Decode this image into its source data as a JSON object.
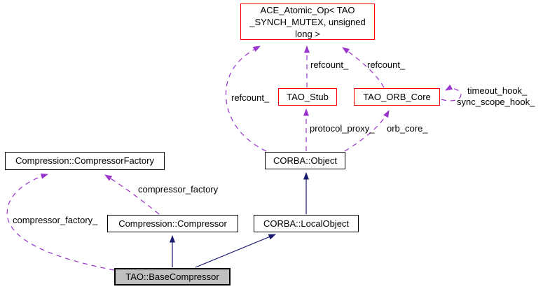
{
  "colors": {
    "background": "#ffffff",
    "node_border": "#000000",
    "related_node_border": "#ff0000",
    "usage_edge": "#9a32cd",
    "inheritance_edge": "#191970",
    "focus_node_fill": "#bfbfbf",
    "text": "#000000"
  },
  "nodes": {
    "ace_atomic_op": {
      "lines": [
        "ACE_Atomic_Op< TAO",
        "_SYNCH_MUTEX, unsigned",
        "long >"
      ]
    },
    "tao_stub": {
      "label": "TAO_Stub"
    },
    "tao_orb_core": {
      "label": "TAO_ORB_Core"
    },
    "corba_object": {
      "label": "CORBA::Object"
    },
    "compression_compressor_factory": {
      "label": "Compression::CompressorFactory"
    },
    "compression_compressor": {
      "label": "Compression::Compressor"
    },
    "corba_local_object": {
      "label": "CORBA::LocalObject"
    },
    "tao_base_compressor": {
      "label": "TAO::BaseCompressor"
    }
  },
  "edge_labels": {
    "refcount_from_object": "refcount_",
    "refcount_from_stub": "refcount_",
    "refcount_from_orb_core": "refcount_",
    "timeout_hook": "timeout_hook_",
    "sync_scope_hook": "sync_scope_hook_",
    "protocol_proxy": "protocol_proxy_",
    "orb_core": "orb_core_",
    "compressor_factory": "compressor_factory",
    "compressor_factory_member": "compressor_factory_"
  }
}
